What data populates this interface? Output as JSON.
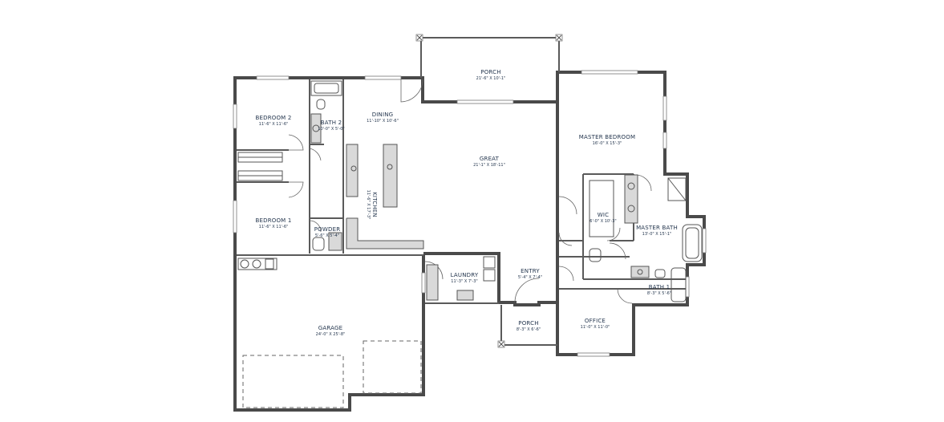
{
  "floor_plan": {
    "rooms": [
      {
        "id": "porch-top",
        "name": "PORCH",
        "dims": "21'-6\" X 10'-1\""
      },
      {
        "id": "bedroom-2",
        "name": "BEDROOM 2",
        "dims": "11'-6\" X 11'-6\""
      },
      {
        "id": "bath-2",
        "name": "BATH 2",
        "dims": "10'-0\" X 5'-0\""
      },
      {
        "id": "dining",
        "name": "DINING",
        "dims": "11'-10\" X 10'-6\""
      },
      {
        "id": "master-bedroom",
        "name": "MASTER BEDROOM",
        "dims": "16'-0\" X 15'-3\""
      },
      {
        "id": "great",
        "name": "GREAT",
        "dims": "21'-1\" X 18'-11\""
      },
      {
        "id": "kitchen",
        "name": "KITCHEN",
        "dims": "11'-6\" X 17'-3\""
      },
      {
        "id": "bedroom-1",
        "name": "BEDROOM 1",
        "dims": "11'-6\" X 11'-6\""
      },
      {
        "id": "wic",
        "name": "WIC",
        "dims": "6'-0\" X 10'-3\""
      },
      {
        "id": "master-bath",
        "name": "MASTER BATH",
        "dims": "13'-0\" X 15'-1\""
      },
      {
        "id": "powder",
        "name": "POWDER",
        "dims": "5'-6\" X 5'-4\""
      },
      {
        "id": "laundry",
        "name": "LAUNDRY",
        "dims": "11'-3\" X 7'-3\""
      },
      {
        "id": "entry",
        "name": "ENTRY",
        "dims": "5'-4\" X 7'-4\""
      },
      {
        "id": "bath-1",
        "name": "BATH 1",
        "dims": "8'-3\" X 5'-6\""
      },
      {
        "id": "office",
        "name": "OFFICE",
        "dims": "11'-0\" X 11'-0\""
      },
      {
        "id": "porch-front",
        "name": "PORCH",
        "dims": "8'-3\" X 6'-6\""
      },
      {
        "id": "garage",
        "name": "GARAGE",
        "dims": "24'-0\" X 25'-8\""
      }
    ]
  }
}
